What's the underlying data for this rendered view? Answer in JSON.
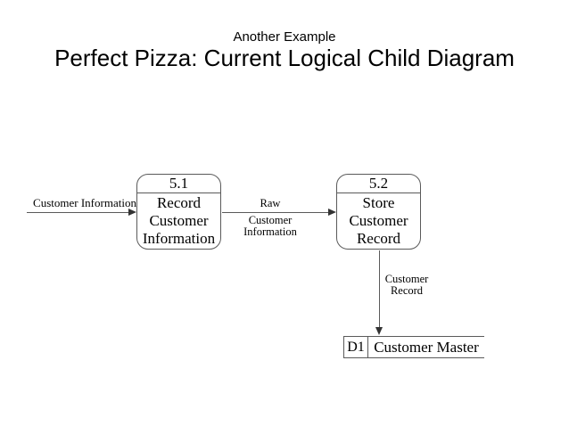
{
  "page": {
    "subtitle": "Another Example",
    "title": "Perfect Pizza: Current Logical Child Diagram"
  },
  "processes": [
    {
      "id": "5.1",
      "lines": [
        "Record",
        "Customer",
        "Information"
      ]
    },
    {
      "id": "5.2",
      "lines": [
        "Store",
        "Customer",
        "Record"
      ]
    }
  ],
  "flows": [
    {
      "label": "Customer Information"
    },
    {
      "label_lines": [
        "Raw",
        "Customer",
        "Information"
      ]
    },
    {
      "label_lines": [
        "Customer",
        "Record"
      ]
    }
  ],
  "datastore": {
    "id": "D1",
    "name": "Customer Master"
  },
  "colors": {
    "background": "#ffffff",
    "text": "#000000",
    "line": "#5a5a5a",
    "arrow": "#333333"
  }
}
